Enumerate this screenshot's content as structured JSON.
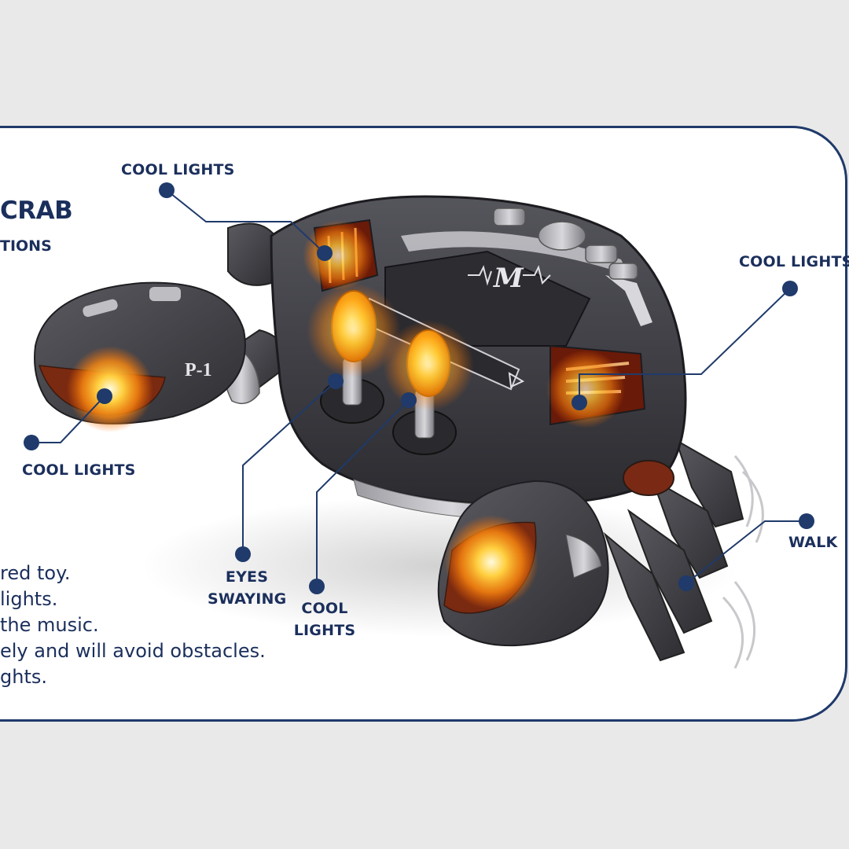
{
  "header": {
    "title": "CRAB",
    "subtitle": "TIONS"
  },
  "callouts": {
    "top_left": "COOL LIGHTS",
    "right": "COOL LIGHTS",
    "left": "COOL LIGHTS",
    "eyes_line1": "EYES",
    "eyes_line2": "SWAYING",
    "bottom_line1": "COOL",
    "bottom_line2": "LIGHTS",
    "walk": "WALK"
  },
  "description": [
    "red toy.",
    "lights.",
    " the music.",
    "ely and will avoid obstacles.",
    "ghts."
  ],
  "toy": {
    "model_mark": "P-1",
    "logo_mark": "M"
  },
  "colors": {
    "accent": "#1b2f5c",
    "callout_dot": "#1f3a6b",
    "light_glow": "#ffb020",
    "body": "#3a3a3f",
    "background": "#e9e9e9"
  }
}
